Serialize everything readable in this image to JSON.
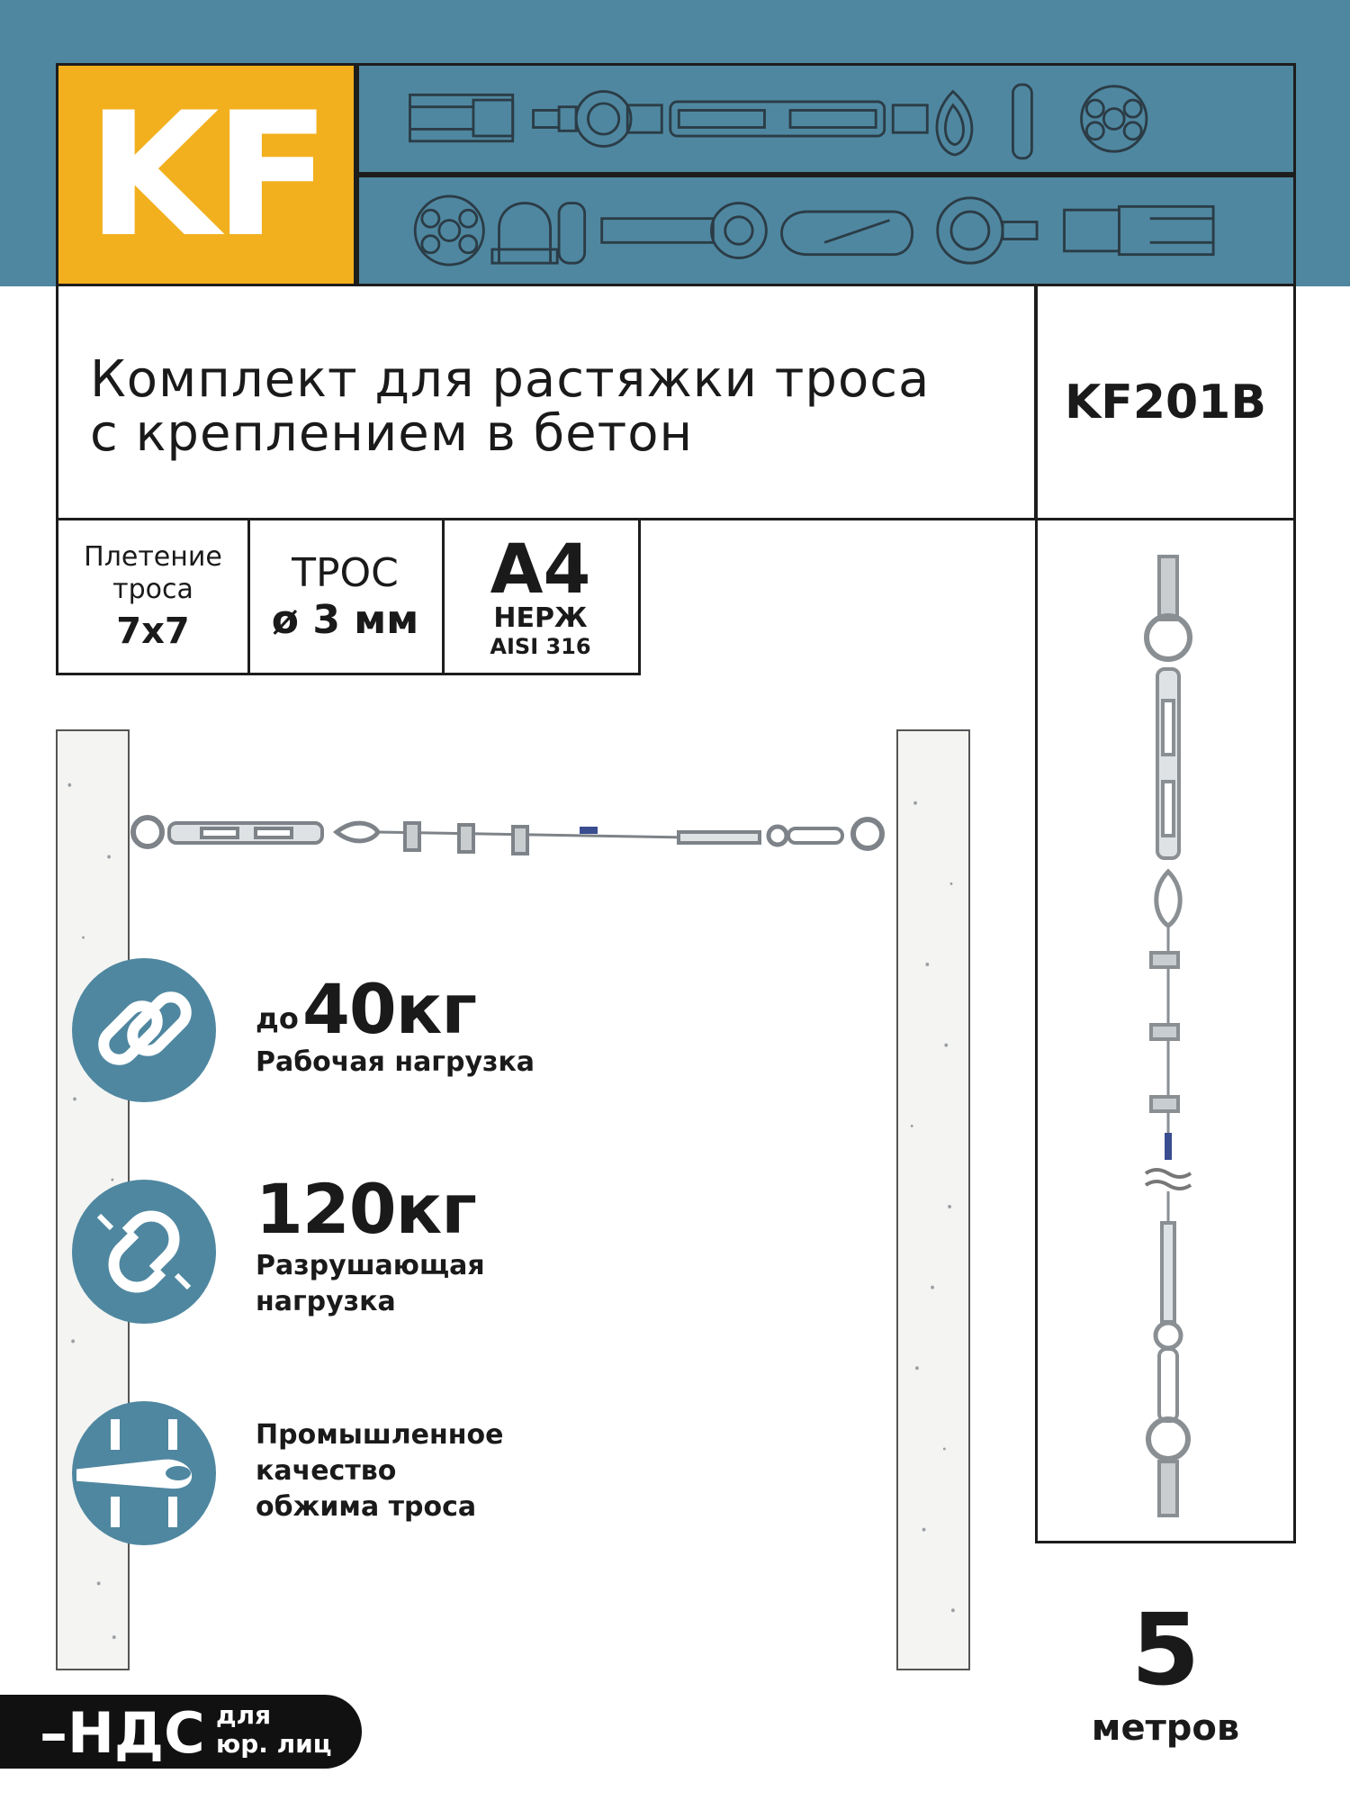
{
  "brand": {
    "logo_text": "KF"
  },
  "colors": {
    "accent": "#4f87a0",
    "logo_bg": "#f2b01e",
    "dark": "#1d1d1d"
  },
  "product": {
    "title_line1": "Комплект для растяжки троса",
    "title_line2": "с креплением в бетон",
    "sku": "KF201B"
  },
  "specs": {
    "weave_label1": "Плетение",
    "weave_label2": "троса",
    "weave_value": "7x7",
    "cable_label": "ТРОС",
    "cable_value": "ø 3 мм",
    "material_grade": "A4",
    "material_label": "НЕРЖ",
    "material_standard": "AISI 316"
  },
  "features": {
    "working_load_prefix": "до",
    "working_load_value": "40кг",
    "working_load_label": "Рабочая нагрузка",
    "breaking_load_value": "120кг",
    "breaking_load_label1": "Разрушающая",
    "breaking_load_label2": "нагрузка",
    "quality_label1": "Промышленное",
    "quality_label2": "качество",
    "quality_label3": "обжима троса"
  },
  "length": {
    "value": "5",
    "unit": "метров"
  },
  "vat_badge": {
    "main": "–НДС",
    "line1": "для",
    "line2": "юр. лиц"
  },
  "icons": [
    "chain-link-icon",
    "broken-chain-icon",
    "crimp-sleeve-icon"
  ]
}
